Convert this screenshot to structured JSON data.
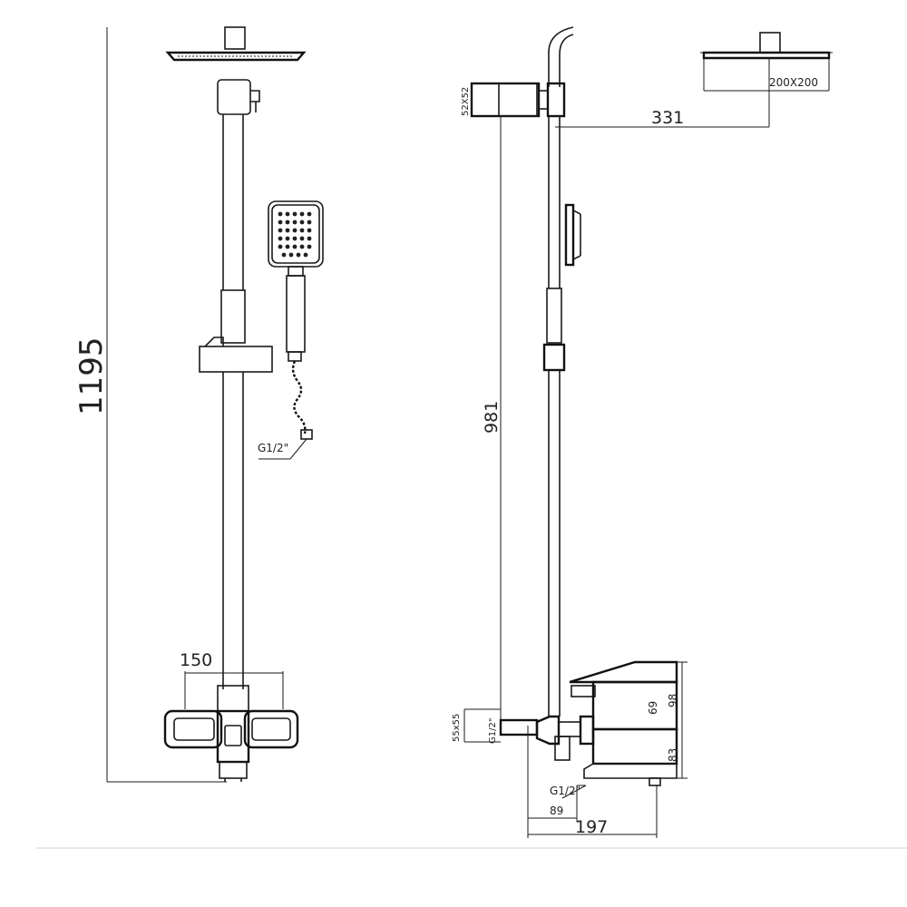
{
  "left_view": {
    "total_height_label": "1195",
    "mixer_width_label": "150",
    "hose_thread_label": "G1/2\""
  },
  "right_view": {
    "shower_head_size_label": "200X200",
    "arm_projection_label": "331",
    "top_bracket_label": "52X52",
    "riser_height_label": "981",
    "lower_bracket_label": "55x55",
    "inlet_thread_upper_label": "G1/2\"",
    "inlet_thread_lower_label": "G1/2\"",
    "spout_height_label": "98",
    "spout_mid_label": "69",
    "body_height_label": "83",
    "inlet_depth_label": "89",
    "overall_depth_label": "197"
  }
}
